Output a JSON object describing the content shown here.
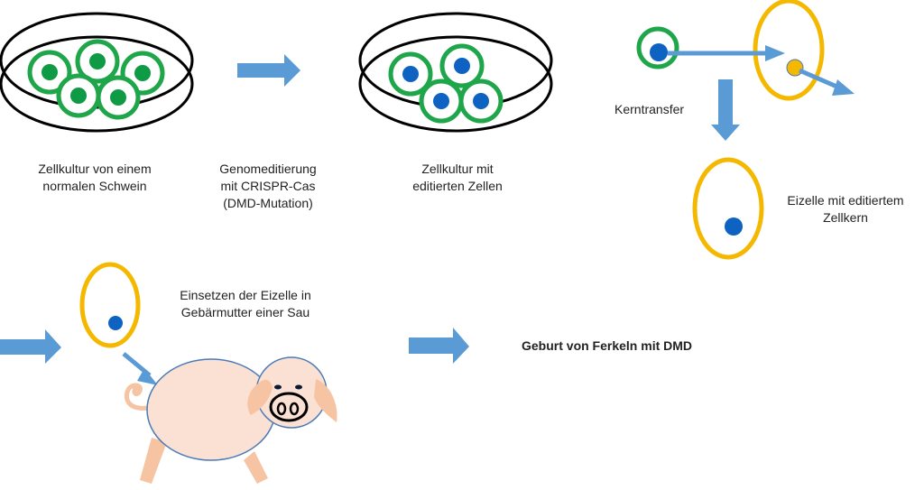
{
  "colors": {
    "cell_membrane": "#1fa64a",
    "normal_nucleus": "#0f9a45",
    "edited_nucleus": "#0e63c2",
    "egg_cell": "#f5b800",
    "egg_nucleus_original": "#f5b800",
    "arrow": "#5b9bd5",
    "pig_body": "#fbe1d3",
    "pig_outline": "#4a7ab8",
    "pig_limbs": "#f6c4a3",
    "dish": "#000000"
  },
  "steps": {
    "normal_culture": {
      "label": "Zellkultur von einem normalen Schwein",
      "line1": "Zellkultur von einem",
      "line2": "normalen Schwein"
    },
    "genome_editing": {
      "line1": "Genomeditierung",
      "line2": "mit CRISPR-Cas",
      "line3": "(DMD-Mutation)"
    },
    "edited_culture": {
      "line1": "Zellkultur mit",
      "line2": "editierten Zellen"
    },
    "nuclear_transfer": {
      "label": "Kerntransfer"
    },
    "edited_egg": {
      "line1": "Eizelle mit editiertem",
      "line2": "Zellkern"
    },
    "implantation": {
      "line1": "Einsetzen der Eizelle in",
      "line2": "Gebärmutter einer Sau"
    },
    "birth": {
      "label": "Geburt von Ferkeln mit DMD"
    }
  },
  "icons": [
    "petri-dish-icon",
    "cell-icon",
    "egg-cell-icon",
    "arrow-icon",
    "pig-icon"
  ]
}
